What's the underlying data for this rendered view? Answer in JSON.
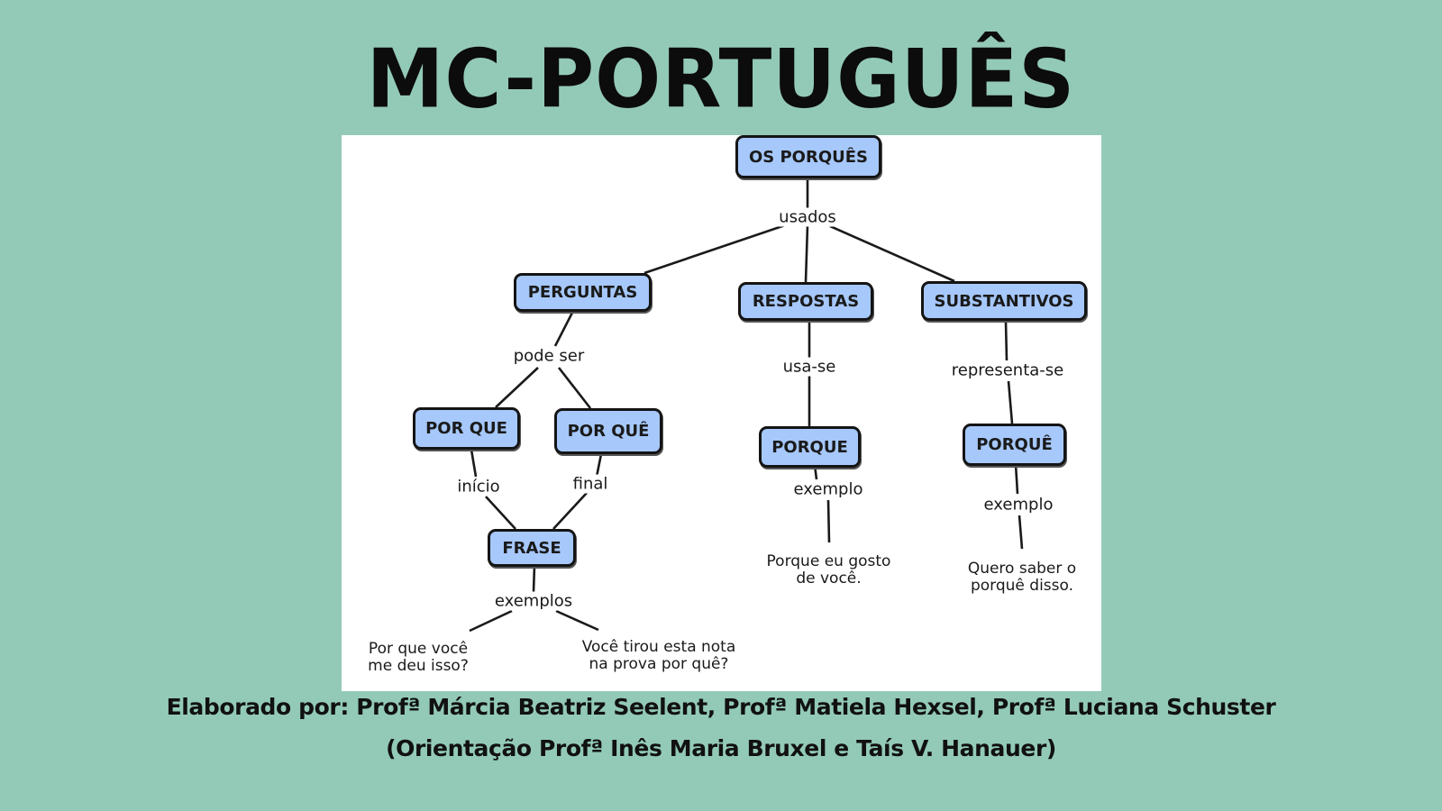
{
  "title": "MC-PORTUGUÊS",
  "concept_map": {
    "nodes": {
      "root": "OS PORQUÊS",
      "perguntas": "PERGUNTAS",
      "respostas": "RESPOSTAS",
      "substantivos": "SUBSTANTIVOS",
      "por_que": "POR QUE",
      "por_que_acento": "POR QUÊ",
      "frase": "FRASE",
      "porque": "PORQUE",
      "porque_acento": "PORQUÊ"
    },
    "links": {
      "usados": "usados",
      "pode_ser": "pode ser",
      "inicio": "início",
      "final": "final",
      "exemplos": "exemplos",
      "usa_se": "usa-se",
      "representa_se": "representa-se",
      "exemplo_porque": "exemplo",
      "exemplo_porque_acento": "exemplo"
    },
    "examples": {
      "ex_inicio": "Por que você\nme deu isso?",
      "ex_final": "Você tirou esta nota\nna prova por quê?",
      "ex_porque": "Porque eu gosto\nde você.",
      "ex_porque_acento": "Quero saber o\nporquê disso."
    }
  },
  "credits": {
    "line1": "Elaborado  por: Profª Márcia Beatriz Seelent, Profª Matiela Hexsel, Profª Luciana Schuster",
    "line2": "(Orientação Profª Inês Maria Bruxel   e Taís V. Hanauer)"
  }
}
